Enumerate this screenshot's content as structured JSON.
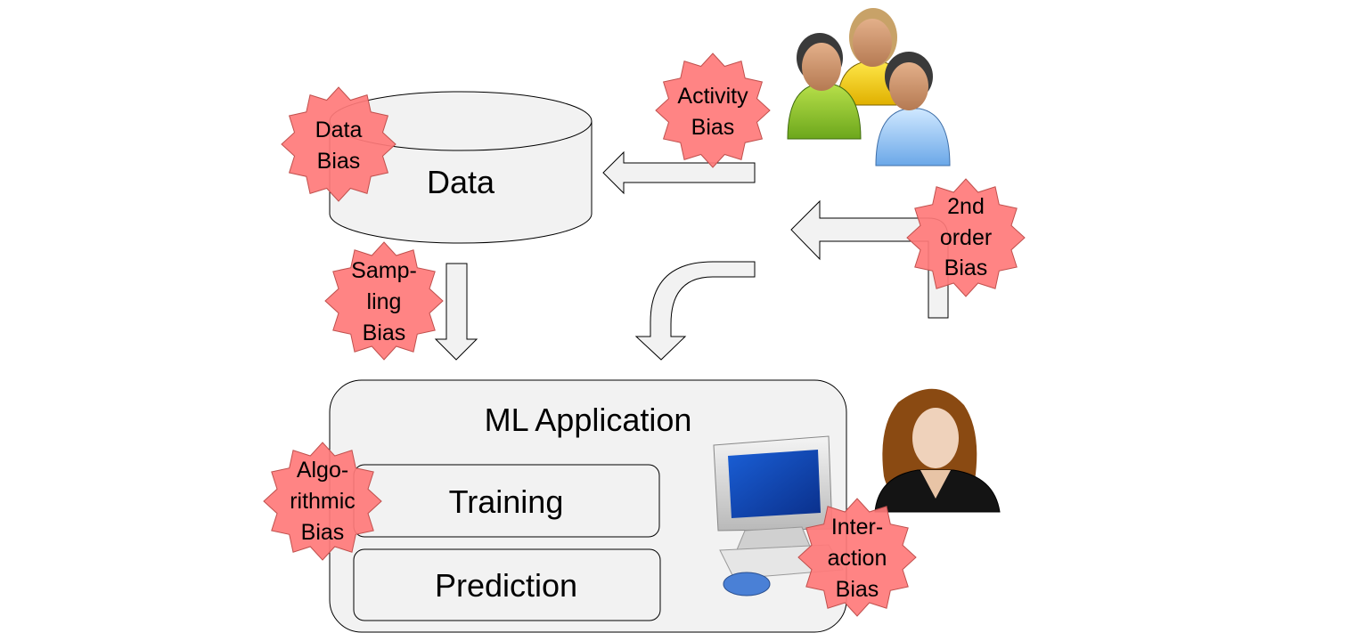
{
  "nodes": {
    "data_store": "Data",
    "ml_application": "ML Application",
    "training": "Training",
    "prediction": "Prediction"
  },
  "biases": {
    "data_bias": [
      "Data",
      "Bias"
    ],
    "activity_bias": [
      "Activity",
      "Bias"
    ],
    "second_order_bias": [
      "2nd",
      "order",
      "Bias"
    ],
    "sampling_bias": [
      "Samp-",
      "ling",
      "Bias"
    ],
    "algorithmic_bias": [
      "Algo-",
      "rithmic",
      "Bias"
    ],
    "interaction_bias": [
      "Inter-",
      "action",
      "Bias"
    ]
  },
  "colors": {
    "node_fill": "#f2f2f2",
    "stroke": "#000000",
    "bias_fill": "#ff7a7a",
    "bias_stroke": "#c0504d"
  },
  "icons": {
    "users_group": "users-group-icon",
    "woman_user": "woman-user-icon",
    "computer": "computer-icon"
  }
}
